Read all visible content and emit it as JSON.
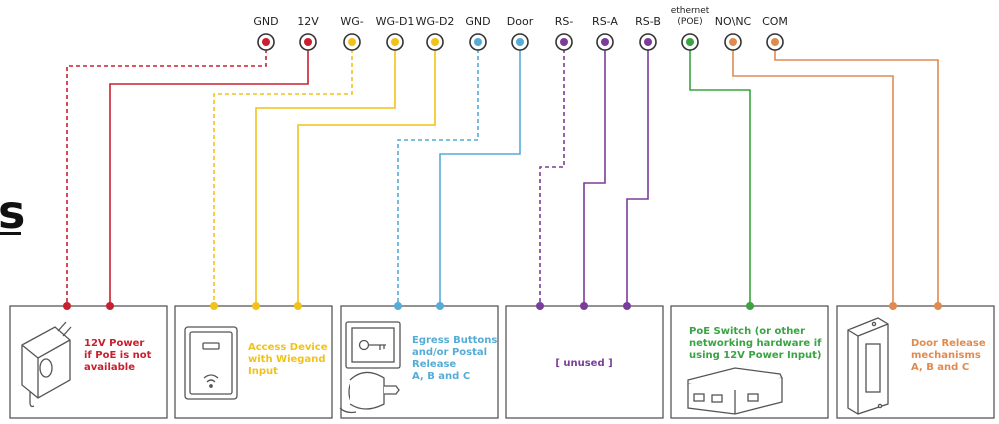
{
  "colors": {
    "red": "#c8202e",
    "yellow": "#f2c21a",
    "blue": "#55acd6",
    "purple": "#7b3d99",
    "green": "#3aa343",
    "orange": "#e18a50"
  },
  "side_fragment": "s",
  "pins": [
    {
      "label": "GND",
      "color": "red"
    },
    {
      "label": "12V",
      "color": "red"
    },
    {
      "label": "WG-",
      "color": "yellow"
    },
    {
      "label": "WG-D1",
      "color": "yellow"
    },
    {
      "label": "WG-D2",
      "color": "yellow"
    },
    {
      "label": "GND",
      "color": "blue"
    },
    {
      "label": "Door",
      "color": "blue"
    },
    {
      "label": "RS-",
      "color": "purple"
    },
    {
      "label": "RS-A",
      "color": "purple"
    },
    {
      "label": "RS-B",
      "color": "purple"
    },
    {
      "label": "ethernet",
      "label2": "(POE)",
      "color": "green"
    },
    {
      "label": "NO\\NC",
      "color": "orange"
    },
    {
      "label": "COM",
      "color": "orange"
    }
  ],
  "devices": [
    {
      "color": "red",
      "lines": [
        "12V Power",
        "if PoE is not",
        "available"
      ],
      "icon": "power-adapter-icon"
    },
    {
      "color": "yellow",
      "lines": [
        "Access Device",
        "with Wiegand",
        "Input"
      ],
      "icon": "card-reader-icon"
    },
    {
      "color": "blue",
      "lines": [
        "Egress Buttons",
        "and/or Postal",
        "Release",
        "A, B and C"
      ],
      "icon": "key-switch-icon"
    },
    {
      "color": "purple",
      "lines": [
        "[ unused ]"
      ],
      "icon": ""
    },
    {
      "color": "green",
      "lines": [
        "PoE Switch (or other",
        "networking hardware if",
        "using 12V Power Input)"
      ],
      "icon": "network-switch-icon"
    },
    {
      "color": "orange",
      "lines": [
        "Door Release",
        "mechanisms",
        "A, B and C"
      ],
      "icon": "door-strike-icon"
    }
  ]
}
